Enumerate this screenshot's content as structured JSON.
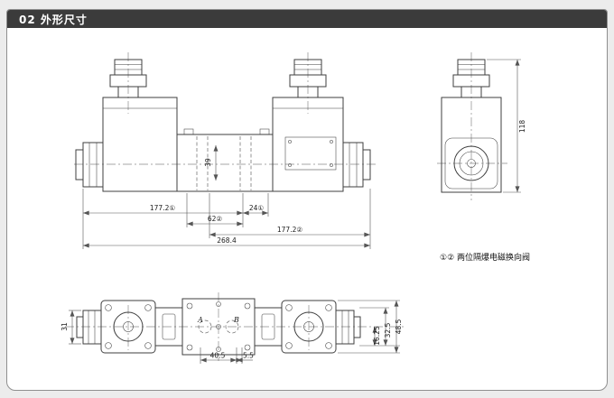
{
  "header": {
    "title": "02 外形尺寸"
  },
  "note": "①② 两位隔爆电磁换向阀",
  "front_view": {
    "dim_177_2_1": "177.2①",
    "dim_24_1": "24①",
    "dim_62_2": "62②",
    "dim_177_2_2": "177.2②",
    "dim_268_4": "268.4",
    "dim_39": "39"
  },
  "side_view": {
    "dim_118": "118"
  },
  "top_view": {
    "dim_31": "31",
    "dim_16_25": "16.25",
    "dim_32_5": "32.5",
    "dim_48_5": "48.5",
    "dim_40_5": "40.5",
    "dim_5_5": "5.5",
    "port_a": "A",
    "port_b": "B"
  },
  "colors": {
    "header_bg": "#3b3b3b",
    "panel_border": "#8f8f8f",
    "outline": "#3f3f3f",
    "dimension": "#555555"
  }
}
